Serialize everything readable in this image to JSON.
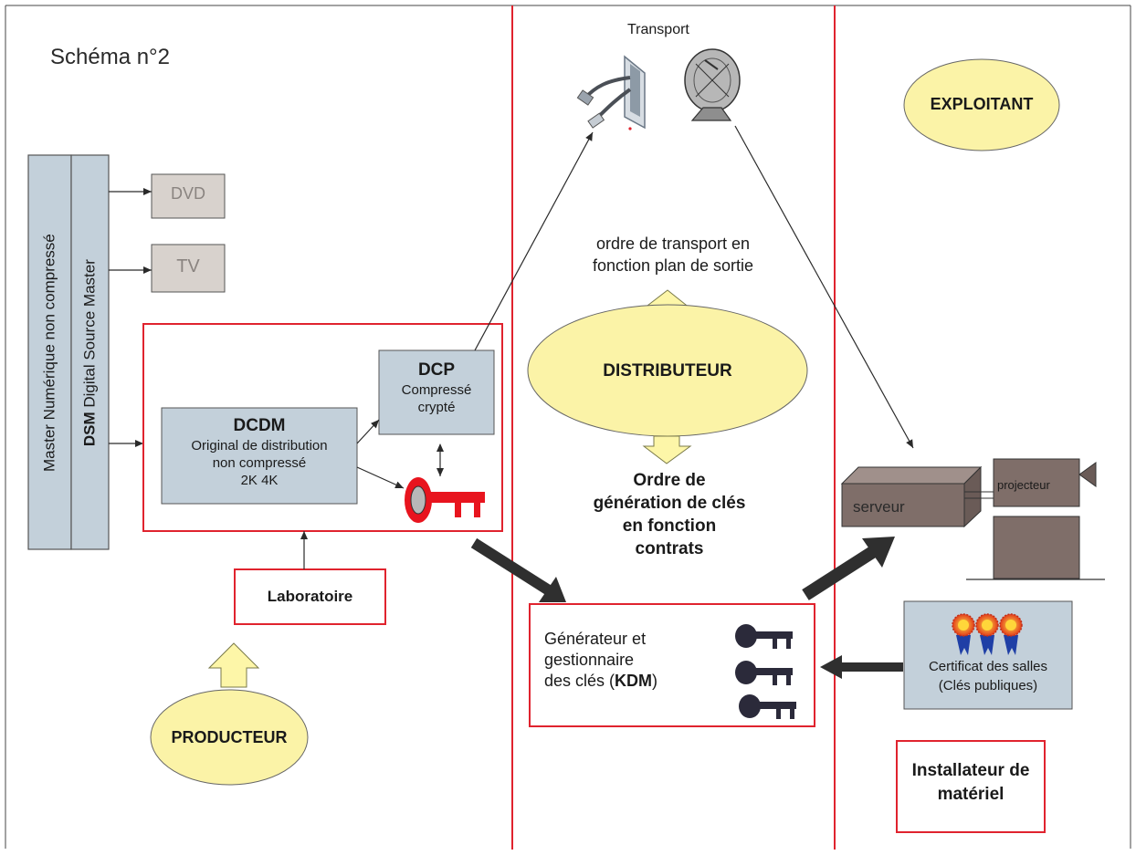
{
  "title": "Schéma n°2",
  "transport_label": "Transport",
  "exploitant_label": "EXPLOITANT",
  "dvd_label": "DVD",
  "tv_label": "TV",
  "master_label": "Master Numérique non compressé",
  "dsm": {
    "bold": "DSM",
    "rest": " Digital Source Master"
  },
  "dcp": {
    "title": "DCP",
    "line1": "Compressé",
    "line2": "crypté"
  },
  "dcdm": {
    "title": "DCDM",
    "line1": "Original de distribution",
    "line2": "non compressé",
    "line3": "2K 4K"
  },
  "laboratoire_label": "Laboratoire",
  "producteur_label": "PRODUCTEUR",
  "distributeur_label": "DISTRIBUTEUR",
  "transport_order": {
    "line1": "ordre de transport en",
    "line2": "fonction plan de sortie"
  },
  "key_order": {
    "line1": "Ordre de",
    "line2": "génération de clés",
    "line3": "en fonction",
    "line4": "contrats"
  },
  "kdm_box": {
    "line1": "Générateur et",
    "line2": "gestionnaire",
    "line3_prefix": "des clés (",
    "line3_bold": "KDM",
    "line3_suffix": ")"
  },
  "serveur_label": "serveur",
  "projecteur_label": "projecteur",
  "certificat": {
    "line1": "Certificat des salles",
    "line2": "(Clés publiques)"
  },
  "installateur": {
    "line1": "Installateur de",
    "line2": "matériel"
  },
  "colors": {
    "red_border": "#e0232e",
    "key_red": "#e8141e",
    "dark_key": "#2b2a3a",
    "box_fill": "#c3d0da",
    "ellipse_fill": "#fbf3a7",
    "arrow_fill": "#fdf6a8",
    "grey_box": "#d8d2cd",
    "brown": "#7f6e69",
    "heavy_arrow": "#2f2f2f"
  },
  "icons": [
    "usb-cable-icon",
    "satellite-dish-icon",
    "red-key-icon",
    "dark-key-icon",
    "ribbon-award-icon",
    "camera-projector-icon",
    "server-box-icon"
  ]
}
